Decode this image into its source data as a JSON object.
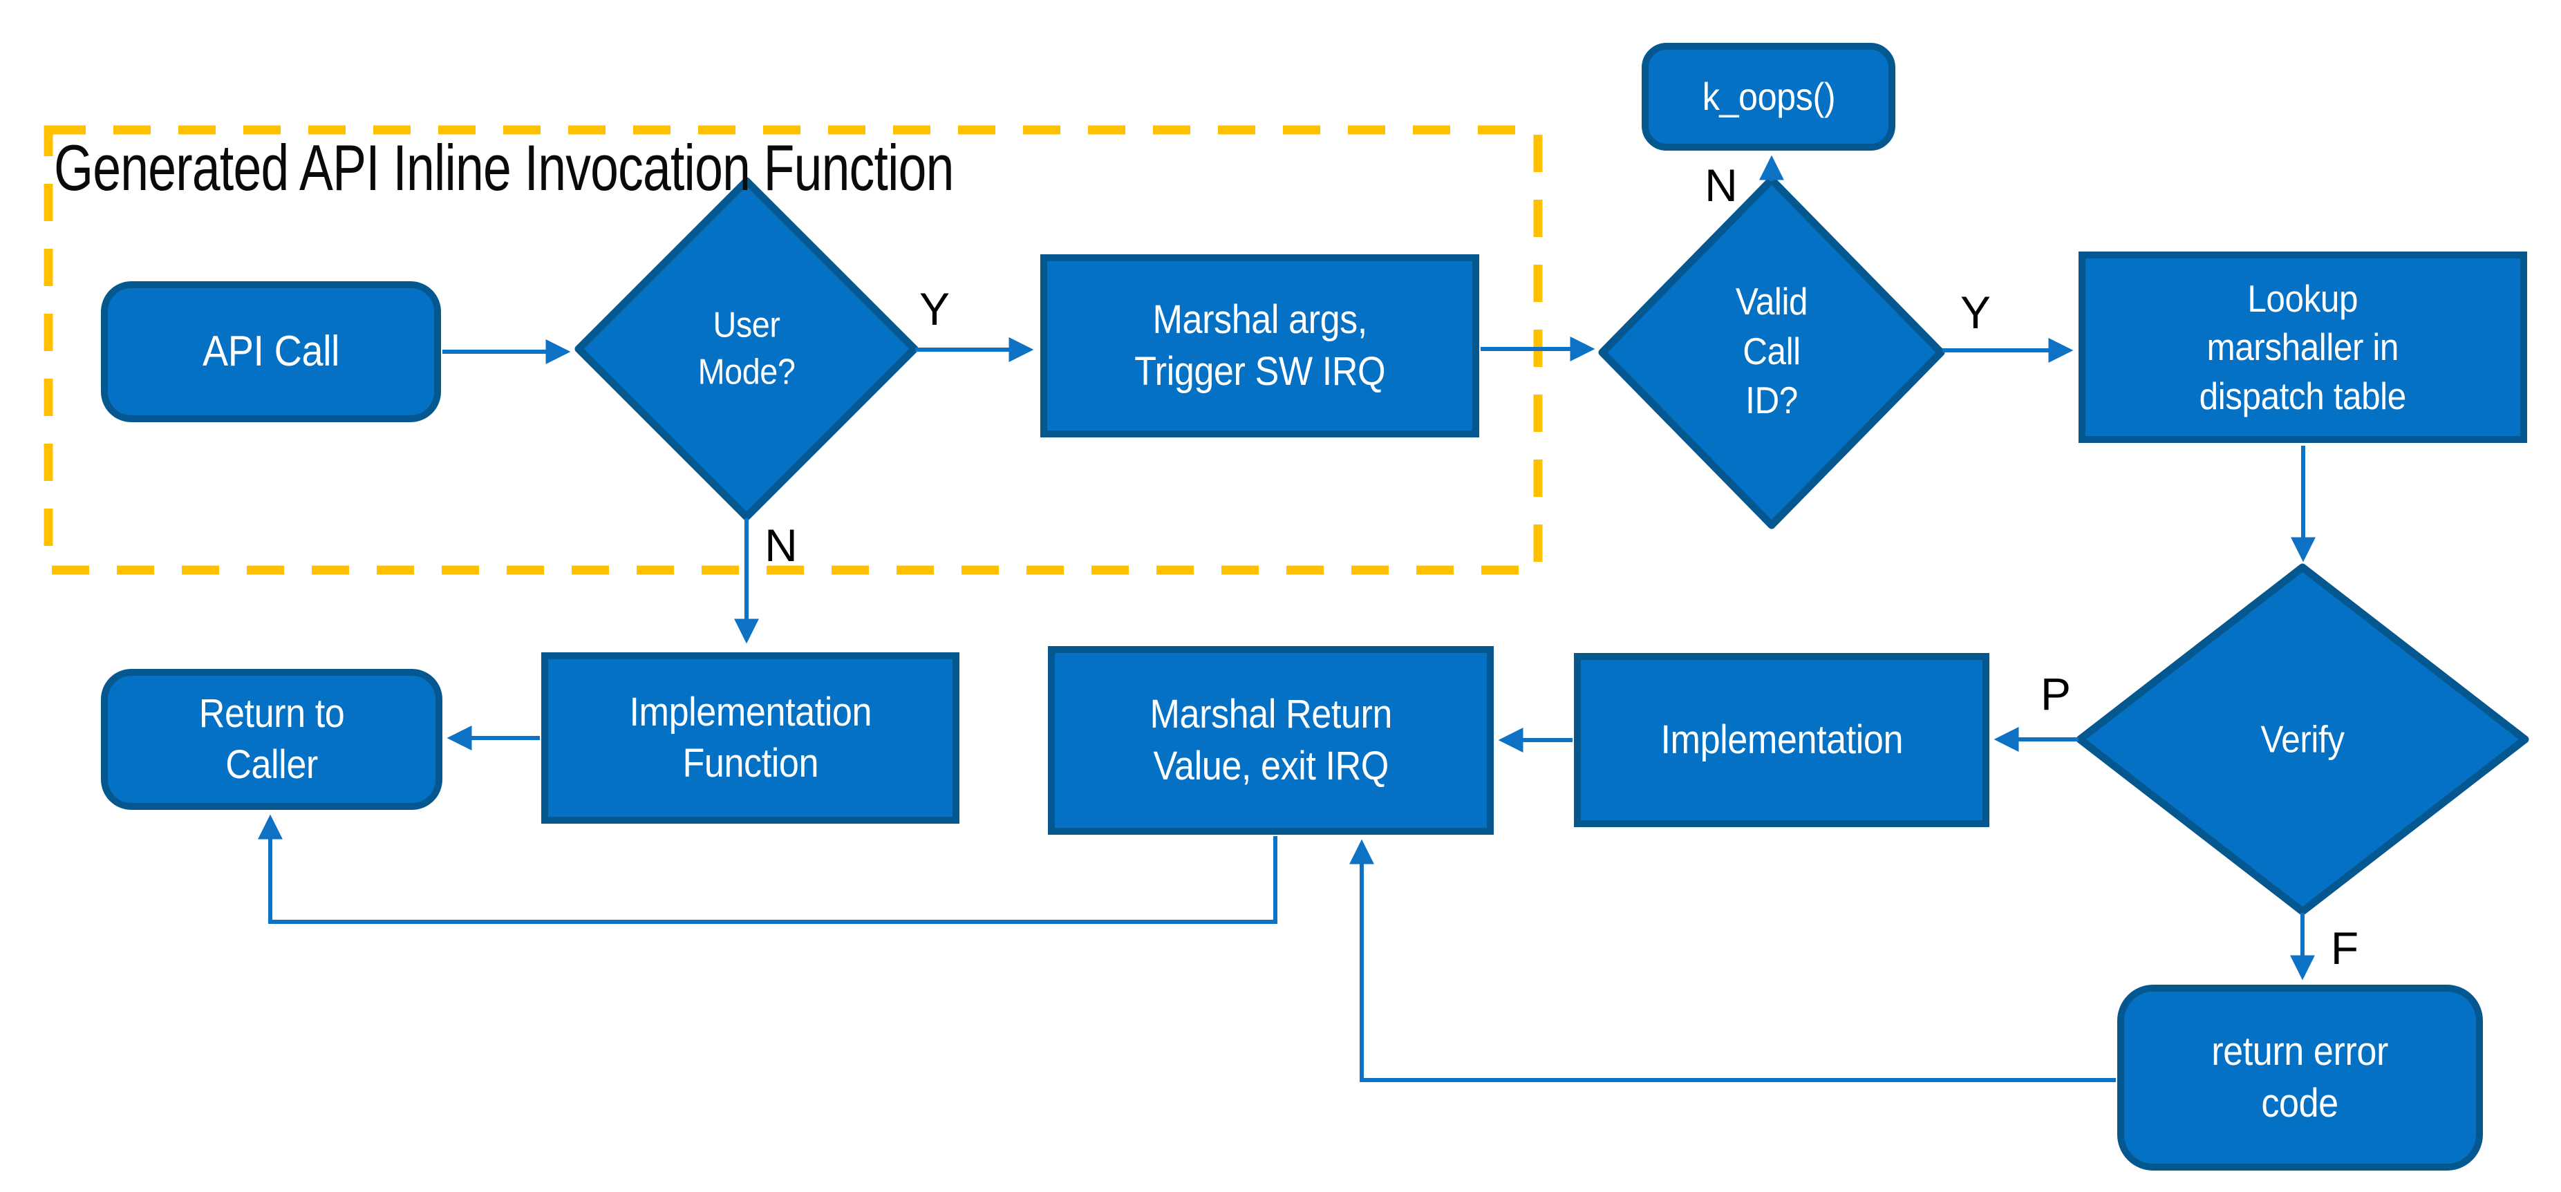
{
  "diagram": {
    "title": "Generated API Inline Invocation Function",
    "group_box_label": "Generated API Inline Invocation Function",
    "nodes": {
      "api_call": {
        "label": "API Call",
        "shape": "rounded-rect"
      },
      "user_mode": {
        "l1": "User",
        "l2": "Mode?",
        "shape": "diamond"
      },
      "marshal_args": {
        "l1": "Marshal args,",
        "l2": "Trigger SW IRQ",
        "shape": "rect"
      },
      "k_oops": {
        "label": "k_oops()",
        "shape": "rounded-rect"
      },
      "valid_call_id": {
        "l1": "Valid",
        "l2": "Call",
        "l3": "ID?",
        "shape": "diamond"
      },
      "lookup": {
        "l1": "Lookup",
        "l2": "marshaller in",
        "l3": "dispatch table",
        "shape": "rect"
      },
      "verify": {
        "label": "Verify",
        "shape": "diamond"
      },
      "implementation": {
        "label": "Implementation",
        "shape": "rect"
      },
      "marshal_return": {
        "l1": "Marshal Return",
        "l2": "Value, exit IRQ",
        "shape": "rect"
      },
      "impl_function": {
        "l1": "Implementation",
        "l2": "Function",
        "shape": "rect"
      },
      "return_to_caller": {
        "l1": "Return to",
        "l2": "Caller",
        "shape": "rounded-rect"
      },
      "return_error": {
        "l1": "return error",
        "l2": "code",
        "shape": "rounded-rect"
      }
    },
    "edge_labels": {
      "user_mode_yes": "Y",
      "user_mode_no": "N",
      "valid_call_no": "N",
      "valid_call_yes": "Y",
      "verify_pass": "P",
      "verify_fail": "F"
    },
    "colors": {
      "node_fill": "#0471c5",
      "node_border": "#05578f",
      "arrow_line": "#0d72c4",
      "dashed_group_box": "#ffc000",
      "node_text": "#ffffff",
      "label_text": "#000000",
      "background": "#ffffff"
    }
  }
}
